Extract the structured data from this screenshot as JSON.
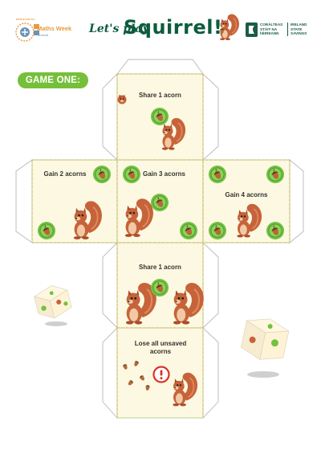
{
  "header": {
    "brand_left": "Maths Week",
    "brand_left_sub": "Ireland",
    "brand_left_ring": "MATHS FOR ALL",
    "lets_play": "Let's play",
    "title": "Squirrel!",
    "state_savings_irish": "CORÁLTEAS STÁIT NA hÉIREANN",
    "state_savings_english": "IRELAND STATE SAVINGS"
  },
  "badge": {
    "label": "GAME ONE:"
  },
  "faces": [
    {
      "id": "top",
      "label": "Share 1 acorn"
    },
    {
      "id": "left",
      "label": "Gain 2 acorns"
    },
    {
      "id": "center",
      "label": "Gain 3 acorns"
    },
    {
      "id": "right",
      "label": "Gain 4 acorns"
    },
    {
      "id": "lower",
      "label": "Share 1 acorn"
    },
    {
      "id": "bottom",
      "label": "Lose all unsaved acorns"
    }
  ],
  "colors": {
    "brand_green": "#0d5c3e",
    "badge_green": "#76bf3a",
    "face_fill": "#fdf8e1",
    "face_border": "#b9d99b",
    "dashed_line": "#e0a256",
    "acorn_ring": "#74c043",
    "acorn_brown": "#9e5a2f",
    "squirrel_brown": "#c6633a",
    "alert_red": "#d9322a"
  },
  "icons": [
    "acorn-icon",
    "squirrel-icon",
    "warning-icon",
    "dice-icon",
    "harp-icon"
  ]
}
